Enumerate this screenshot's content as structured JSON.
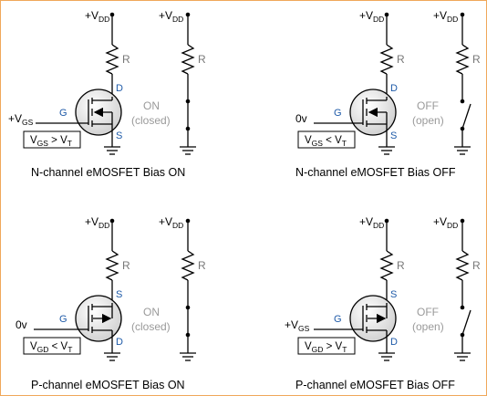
{
  "panels": [
    {
      "id": "n-on",
      "caption": "N-channel eMOSFET Bias ON",
      "vdd_main": "+V",
      "vdd_main_sub": "DD",
      "vdd_switch": "+V",
      "vdd_switch_sub": "DD",
      "resistor_main": "R",
      "resistor_switch": "R",
      "pin_top": "D",
      "pin_gate": "G",
      "pin_bottom": "S",
      "gate_input": "+V",
      "gate_input_sub": "GS",
      "condition_a": "V",
      "condition_a_sub": "GS",
      "condition_op": " > ",
      "condition_b": "V",
      "condition_b_sub": "T",
      "state": "ON",
      "state_detail": "(closed)"
    },
    {
      "id": "n-off",
      "caption": "N-channel eMOSFET Bias OFF",
      "vdd_main": "+V",
      "vdd_main_sub": "DD",
      "vdd_switch": "+V",
      "vdd_switch_sub": "DD",
      "resistor_main": "R",
      "resistor_switch": "R",
      "pin_top": "D",
      "pin_gate": "G",
      "pin_bottom": "S",
      "gate_input": "0v",
      "gate_input_sub": "",
      "condition_a": "V",
      "condition_a_sub": "GS",
      "condition_op": " < ",
      "condition_b": "V",
      "condition_b_sub": "T",
      "state": "OFF",
      "state_detail": "(open)"
    },
    {
      "id": "p-on",
      "caption": "P-channel eMOSFET Bias ON",
      "vdd_main": "+V",
      "vdd_main_sub": "DD",
      "vdd_switch": "+V",
      "vdd_switch_sub": "DD",
      "resistor_main": "R",
      "resistor_switch": "R",
      "pin_top": "S",
      "pin_gate": "G",
      "pin_bottom": "D",
      "gate_input": "0v",
      "gate_input_sub": "",
      "condition_a": "V",
      "condition_a_sub": "GD",
      "condition_op": " < ",
      "condition_b": "V",
      "condition_b_sub": "T",
      "state": "ON",
      "state_detail": "(closed)"
    },
    {
      "id": "p-off",
      "caption": "P-channel eMOSFET Bias OFF",
      "vdd_main": "+V",
      "vdd_main_sub": "DD",
      "vdd_switch": "+V",
      "vdd_switch_sub": "DD",
      "resistor_main": "R",
      "resistor_switch": "R",
      "pin_top": "S",
      "pin_gate": "G",
      "pin_bottom": "D",
      "gate_input": "+V",
      "gate_input_sub": "GS",
      "condition_a": "V",
      "condition_a_sub": "GD",
      "condition_op": " > ",
      "condition_b": "V",
      "condition_b_sub": "T",
      "state": "OFF",
      "state_detail": "(open)"
    }
  ],
  "colors": {
    "frame_border": "#f0a85a",
    "pin_label": "#1e5aa8",
    "state_text": "#9a9a9a",
    "resistor_label": "#777777",
    "mosfet_fill": "#d8d8d8"
  },
  "icons": {
    "ground": "ground-symbol-icon",
    "resistor": "resistor-zigzag-icon",
    "switch_closed": "closed-switch-icon",
    "switch_open": "open-switch-icon",
    "mosfet_n": "n-channel-emosfet-icon",
    "mosfet_p": "p-channel-emosfet-icon"
  }
}
